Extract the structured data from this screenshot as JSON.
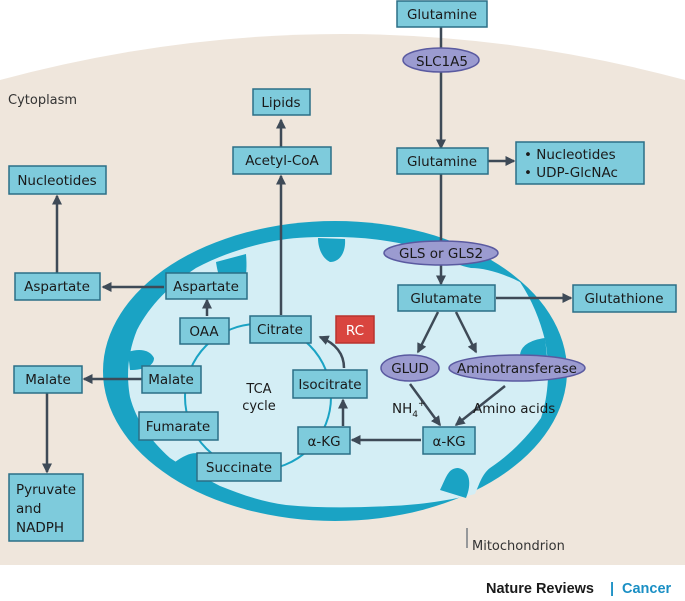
{
  "regions": {
    "cytoplasm": "Cytoplasm",
    "mitochondrion": "Mitochondrion",
    "tca_cycle": [
      "TCA",
      "cycle"
    ]
  },
  "boxes": {
    "glutamine_outside": "Glutamine",
    "glutamine_cyto": "Glutamine",
    "products": [
      "• Nucleotides",
      "• UDP-GlcNAc"
    ],
    "lipids": "Lipids",
    "acetyl_coa": "Acetyl-CoA",
    "nucleotides": "Nucleotides",
    "aspartate_cyto": "Aspartate",
    "aspartate_mito": "Aspartate",
    "oaa": "OAA",
    "citrate": "Citrate",
    "rc": "RC",
    "malate_cyto": "Malate",
    "malate_mito": "Malate",
    "isocitrate": "Isocitrate",
    "fumarate": "Fumarate",
    "akg_tca": "α-KG",
    "succinate": "Succinate",
    "pyruvate_nadph": [
      "Pyruvate",
      "and",
      "NADPH"
    ],
    "glutamate": "Glutamate",
    "glutathione": "Glutathione",
    "akg_mito": "α-KG"
  },
  "enzymes": {
    "slc1a5": "SLC1A5",
    "gls": "GLS or GLS2",
    "glud": "GLUD",
    "aminotransferase": "Aminotransferase"
  },
  "annotations": {
    "nh4": "NH",
    "nh4_sub": "4",
    "nh4_sup": "+",
    "amino_acids": "Amino acids"
  },
  "footer": {
    "journal": "Nature Reviews",
    "separator": "|",
    "section": "Cancer"
  },
  "colors": {
    "box_fill": "#7ecbdc",
    "box_stroke": "#2b6f86",
    "enzyme_fill": "#9b9bd0",
    "enzyme_stroke": "#5a5aa0",
    "rc_fill": "#d9453f",
    "membrane": "#1aa3c4",
    "matrix": "#d4eef5",
    "cytoplasm": "#efe6dc",
    "arrow": "#3e4a57",
    "footer_blue": "#1a8fc4"
  }
}
